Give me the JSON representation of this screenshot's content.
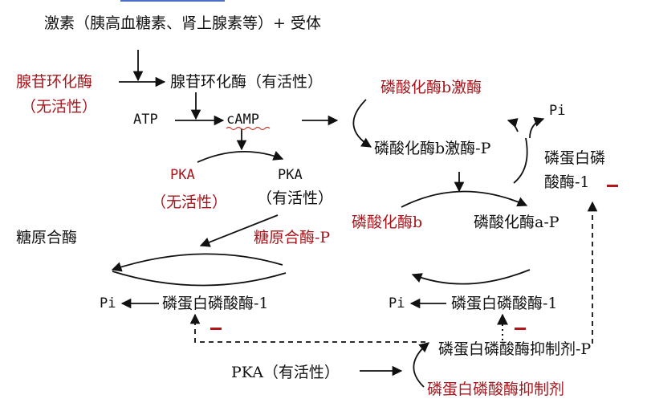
{
  "colors": {
    "red": "#a5171d",
    "black": "#111111",
    "minus": "#b2161b"
  },
  "labels": {
    "hormone_receptor": "激素（胰高血糖素、肾上腺素等）+ 受体",
    "ac_inactive_1": "腺苷环化酶",
    "ac_inactive_2": "（无活性）",
    "ac_active": "腺苷环化酶（有活性）",
    "atp": "ATP",
    "camp": "cAMP",
    "pka_inactive_1": "PKA",
    "pka_inactive_2": "（无活性）",
    "pka_active_1": "PKA",
    "pka_active_2": "（有活性）",
    "glycogen_synthase": "糖原合酶",
    "glycogen_synthase_p": "糖原合酶-P",
    "pi_1": "Pi",
    "ppp1_left": "磷蛋白磷酸酶-1",
    "phk_b_kinase": "磷酸化酶b激酶",
    "phk_b_kinase_p": "磷酸化酶b激酶-P",
    "pi_top": "Pi",
    "ppp1_right_1": "磷蛋白磷",
    "ppp1_right_2": "酸酶-1",
    "phosphorylase_b": "磷酸化酶b",
    "phosphorylase_a_p": "磷酸化酶a-P",
    "pi_2": "Pi",
    "ppp1_mid": "磷蛋白磷酸酶-1",
    "inhibitor_p": "磷蛋白磷酸酶抑制剂-P",
    "pka_bottom": "PKA（有活性）",
    "inhibitor": "磷蛋白磷酸酶抑制剂"
  },
  "signs": {
    "inhibit": "−"
  }
}
